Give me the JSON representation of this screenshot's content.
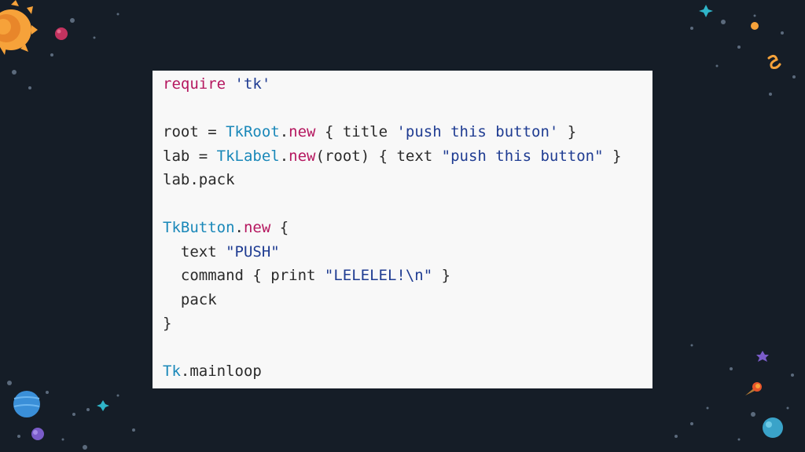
{
  "code": {
    "language": "ruby",
    "lines": [
      [
        {
          "t": "kw",
          "v": "require"
        },
        {
          "t": "id",
          "v": " "
        },
        {
          "t": "str",
          "v": "'tk'"
        }
      ],
      [],
      [
        {
          "t": "id",
          "v": "root = "
        },
        {
          "t": "cls",
          "v": "TkRoot"
        },
        {
          "t": "id",
          "v": "."
        },
        {
          "t": "ctor",
          "v": "new"
        },
        {
          "t": "id",
          "v": " { title "
        },
        {
          "t": "str",
          "v": "'push this button'"
        },
        {
          "t": "id",
          "v": " }"
        }
      ],
      [
        {
          "t": "id",
          "v": "lab = "
        },
        {
          "t": "cls",
          "v": "TkLabel"
        },
        {
          "t": "id",
          "v": "."
        },
        {
          "t": "ctor",
          "v": "new"
        },
        {
          "t": "id",
          "v": "(root) { text "
        },
        {
          "t": "str",
          "v": "\"push this button\""
        },
        {
          "t": "id",
          "v": " }"
        }
      ],
      [
        {
          "t": "id",
          "v": "lab.pack"
        }
      ],
      [],
      [
        {
          "t": "cls",
          "v": "TkButton"
        },
        {
          "t": "id",
          "v": "."
        },
        {
          "t": "ctor",
          "v": "new"
        },
        {
          "t": "id",
          "v": " {"
        }
      ],
      [
        {
          "t": "id",
          "v": "  text "
        },
        {
          "t": "str",
          "v": "\"PUSH\""
        }
      ],
      [
        {
          "t": "id",
          "v": "  command { print "
        },
        {
          "t": "str",
          "v": "\"LELELEL!\\n\""
        },
        {
          "t": "id",
          "v": " }"
        }
      ],
      [
        {
          "t": "id",
          "v": "  pack"
        }
      ],
      [
        {
          "t": "id",
          "v": "}"
        }
      ],
      [],
      [
        {
          "t": "cls",
          "v": "Tk"
        },
        {
          "t": "id",
          "v": ".mainloop"
        }
      ]
    ]
  },
  "colors": {
    "background": "#151d27",
    "panel": "#f8f8f8",
    "keyword": "#b5175f",
    "string": "#1f3c92",
    "class": "#1a88b9",
    "text": "#2a2a2a",
    "sun": "#f6a23a",
    "planet_blue": "#3a8fd8",
    "planet_pink": "#c2335f",
    "planet_purple": "#7a5cc9"
  },
  "icons": [
    "sun-icon",
    "planet-icon",
    "star-icon",
    "comet-icon",
    "sparkle-icon"
  ]
}
